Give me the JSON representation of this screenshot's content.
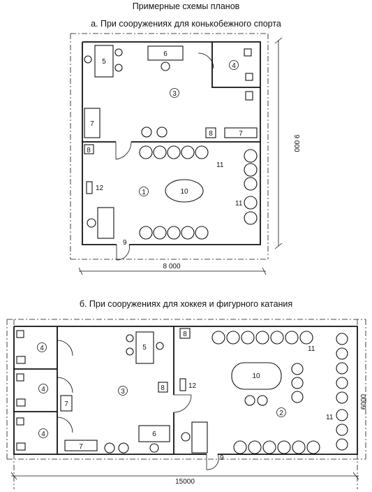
{
  "header": {
    "title": "Примерные схемы планов"
  },
  "plan_a": {
    "subtitle": "а. При сооружениях для конькобежного спорта",
    "dim_width": "8 000",
    "dim_height": "9 000",
    "labels": {
      "n1": "1",
      "n3": "3",
      "n4": "4",
      "n5": "5",
      "n6": "6",
      "n7a": "7",
      "n7b": "7",
      "n8a": "8",
      "n8b": "8",
      "n9": "9",
      "n10": "10",
      "n11a": "11",
      "n11b": "11",
      "n12": "12"
    }
  },
  "plan_b": {
    "subtitle": "б. При сооружениях для хоккея и фигурного катания",
    "dim_width": "15000",
    "dim_height": "6000",
    "labels": {
      "n2": "2",
      "n3": "3",
      "n4a": "4",
      "n4b": "4",
      "n4c": "4",
      "n5": "5",
      "n6": "6",
      "n7a": "7",
      "n7b": "7",
      "n8a": "8",
      "n8b": "8",
      "n9": "9",
      "n10": "10",
      "n11a": "11",
      "n11b": "11",
      "n12": "12"
    }
  }
}
